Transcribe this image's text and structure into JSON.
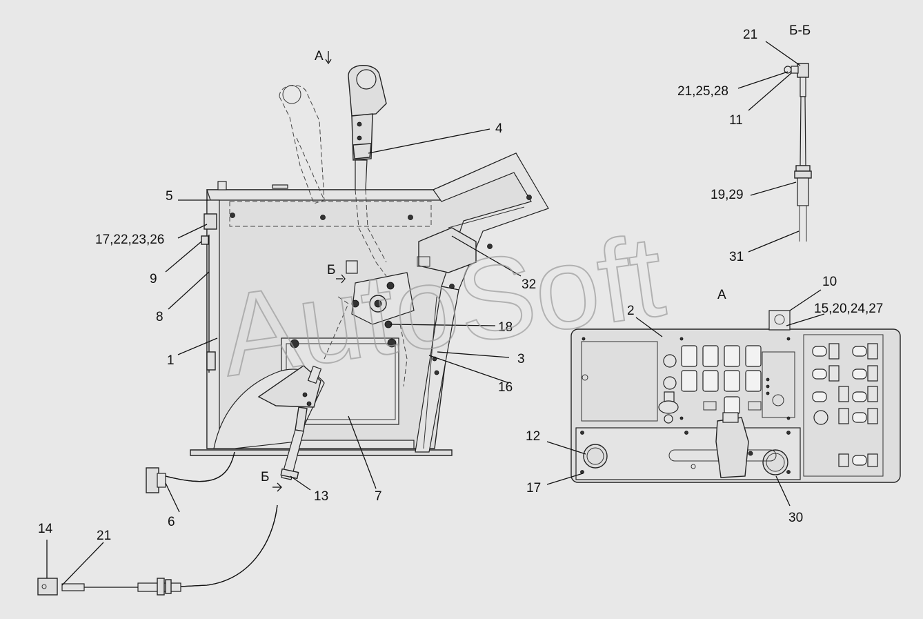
{
  "watermark": "AutoSoft",
  "view_labels": {
    "view_a_arrow": "А",
    "view_a": "А",
    "section_bb": "Б-Б",
    "cut_b_top": "Б",
    "cut_b_bottom": "Б"
  },
  "callouts": {
    "c1": "1",
    "c2": "2",
    "c3": "3",
    "c4": "4",
    "c5": "5",
    "c6": "6",
    "c7": "7",
    "c8": "8",
    "c9": "9",
    "c10": "10",
    "c11": "11",
    "c12": "12",
    "c13": "13",
    "c14": "14",
    "c16": "16",
    "c17_22_23_26": "17,22,23,26",
    "c17": "17",
    "c18": "18",
    "c19_29": "19,29",
    "c21_top": "21",
    "c21_25_28": "21,25,28",
    "c21_bottom": "21",
    "c15_20_24_27": "15,20,24,27",
    "c30": "30",
    "c31": "31",
    "c32": "32"
  },
  "colors": {
    "background": "#e8e8e8",
    "line": "#111111"
  }
}
